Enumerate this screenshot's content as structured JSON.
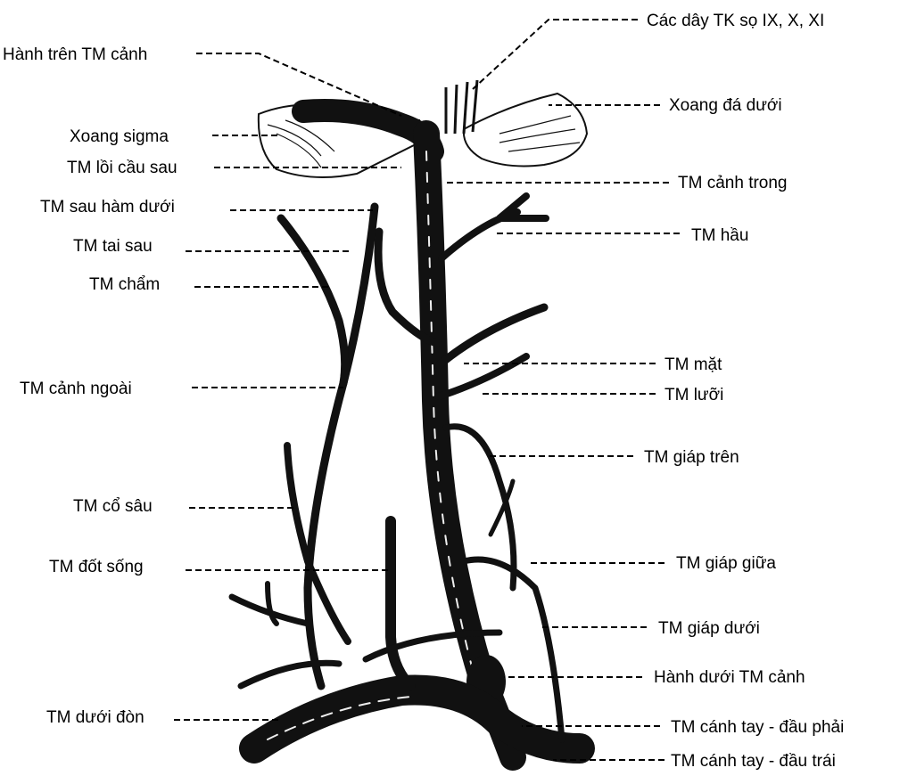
{
  "labels": {
    "cranial_nerves": "Các dây TK sọ IX, X, XI",
    "superior_bulb": "Hành trên TM cảnh",
    "inferior_petrosal_sinus": "Xoang đá dưới",
    "sigmoid_sinus": "Xoang sigma",
    "posterior_condylar_vein": "TM lồi cầu sau",
    "internal_jugular": "TM cảnh trong",
    "retromandibular": "TM sau hàm dưới",
    "pharyngeal": "TM hầu",
    "posterior_auricular": "TM tai sau",
    "occipital": "TM chẩm",
    "facial": "TM mặt",
    "external_jugular": "TM cảnh ngoài",
    "lingual": "TM lưỡi",
    "superior_thyroid": "TM giáp trên",
    "deep_cervical": "TM cổ sâu",
    "vertebral": "TM đốt sống",
    "middle_thyroid": "TM giáp giữa",
    "inferior_thyroid": "TM giáp dưới",
    "inferior_bulb": "Hành dưới TM cảnh",
    "subclavian": "TM dưới đòn",
    "right_brachiocephalic": "TM cánh tay  - đầu phải",
    "left_brachiocephalic": "TM cánh tay - đầu trái"
  },
  "colors": {
    "ink": "#000000",
    "background": "#ffffff"
  }
}
